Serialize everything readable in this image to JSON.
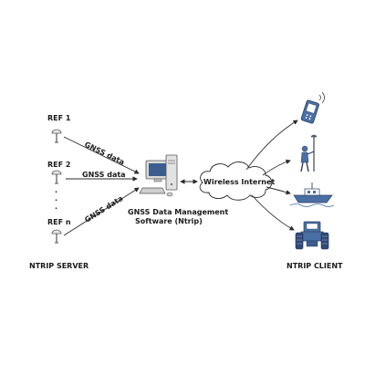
{
  "server": {
    "refs": [
      "REF 1",
      "REF 2",
      "REF n"
    ],
    "ellipsis": "·",
    "title": "NTRIP SERVER"
  },
  "links": {
    "gnss1": "GNSS data",
    "gnss2": "GNSS data",
    "gnss3": "GNSS data"
  },
  "software": {
    "line1": "GNSS Data Management",
    "line2": "Software (Ntrip)"
  },
  "cloud": {
    "label": "Wireless Internet"
  },
  "client": {
    "title": "NTRIP CLIENT",
    "devices": [
      "phone-icon",
      "surveyor-icon",
      "boat-icon",
      "tractor-icon"
    ]
  },
  "colors": {
    "line": "#2a2a2a",
    "cloud_fill": "#ffffff",
    "device_fill": "#4a6fa5"
  }
}
